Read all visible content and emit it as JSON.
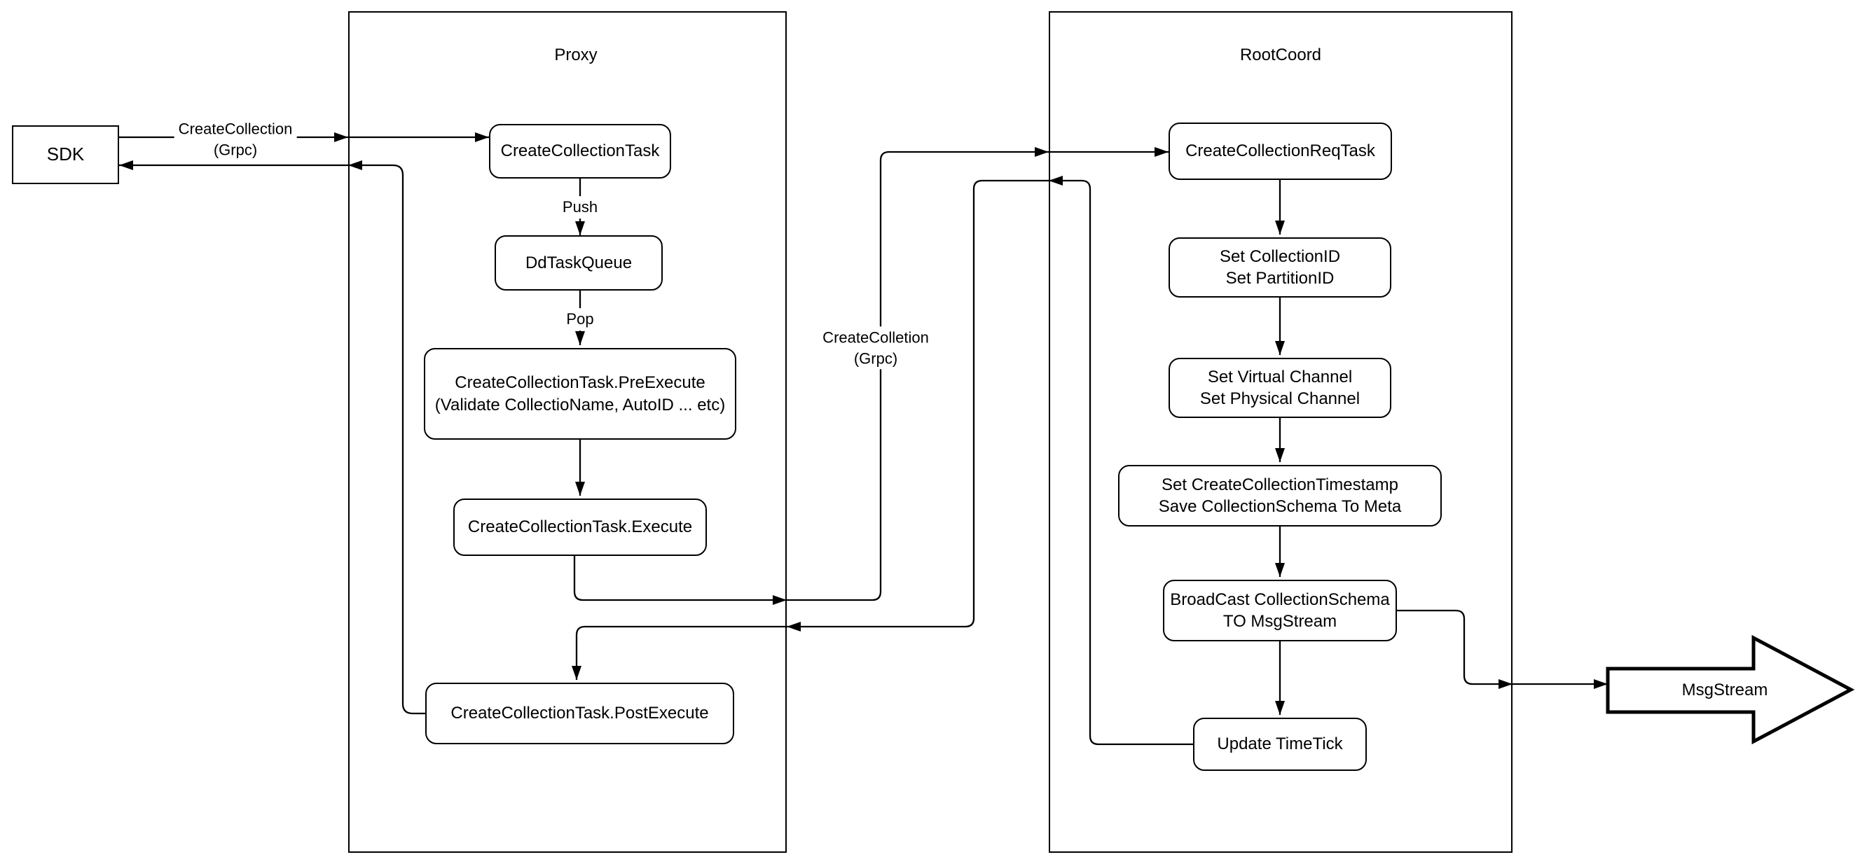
{
  "diagram": {
    "background_color": "#ffffff",
    "stroke_color": "#000000",
    "node_fill_color": "#ffffff"
  },
  "sdk": {
    "label": "SDK"
  },
  "proxy": {
    "title": "Proxy",
    "nodes": {
      "create_collection_task": {
        "label": "CreateCollectionTask"
      },
      "dd_task_queue": {
        "label": "DdTaskQueue"
      },
      "pre_execute": {
        "label": "CreateCollectionTask.PreExecute\n(Validate CollectioName, AutoID ... etc)"
      },
      "execute": {
        "label": "CreateCollectionTask.Execute"
      },
      "post_execute": {
        "label": "CreateCollectionTask.PostExecute"
      }
    }
  },
  "rootcoord": {
    "title": "RootCoord",
    "nodes": {
      "req_task": {
        "label": "CreateCollectionReqTask"
      },
      "set_ids": {
        "label": "Set CollectionID\nSet PartitionID"
      },
      "set_channels": {
        "label": "Set Virtual Channel\nSet Physical Channel"
      },
      "set_timestamp": {
        "label": "Set CreateCollectionTimestamp\nSave CollectionSchema To Meta"
      },
      "broadcast": {
        "label": "BroadCast CollectionSchema\nTO MsgStream"
      },
      "update_timetick": {
        "label": "Update TimeTick"
      }
    }
  },
  "msgstream": {
    "label": "MsgStream"
  },
  "edge_labels": {
    "sdk_to_proxy": "CreateCollection\n(Grpc)",
    "push": "Push",
    "pop": "Pop",
    "proxy_to_rootcoord": "CreateColletion\n(Grpc)"
  }
}
